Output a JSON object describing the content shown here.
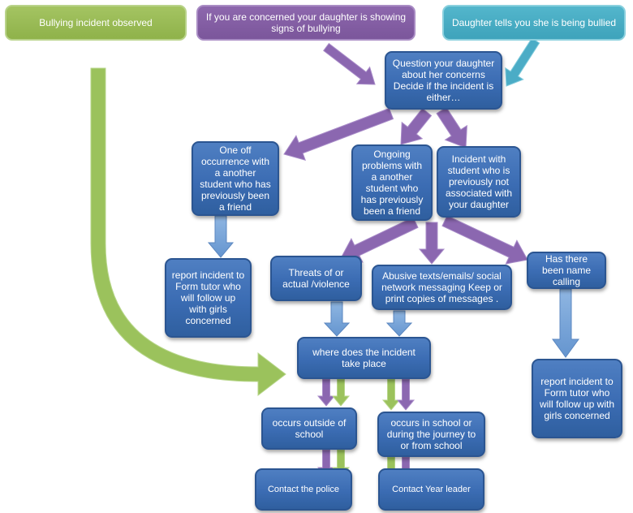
{
  "colors": {
    "box_blue": "#3b6cb3",
    "green": "#9bbb59",
    "purple": "#8064a2",
    "teal": "#4bacc6",
    "arrow_blue": "#7ba7d9",
    "arrow_purple": "#8b67b0",
    "arrow_green": "#9bc25c"
  },
  "top": {
    "bullying_observed": "Bullying incident observed",
    "concerned": "If you are concerned your daughter is showing signs of bullying",
    "daughter_tells": "Daughter tells you she is being bullied"
  },
  "question": "Question your daughter about her concerns Decide if the incident is either…",
  "categories": {
    "one_off": "One off occurrence with a another student who has previously been a friend",
    "ongoing": "Ongoing problems with a another student who has previously been a friend",
    "not_associated": "Incident with student who is previously not associated with your daughter"
  },
  "report_left": "report incident to Form tutor who will follow up with girls concerned",
  "types": {
    "threats": "Threats of or actual /violence",
    "abusive": "Abusive texts/emails/ social network messaging Keep or print copies of messages .",
    "name_calling": "Has there been name calling"
  },
  "report_right": "report incident to Form tutor who will follow up with girls concerned",
  "where": "where does the incident take place",
  "outside": "occurs outside of school",
  "inside": "occurs in school or during the journey to or from  school",
  "police": "Contact the police",
  "year_leader": "Contact Year leader"
}
